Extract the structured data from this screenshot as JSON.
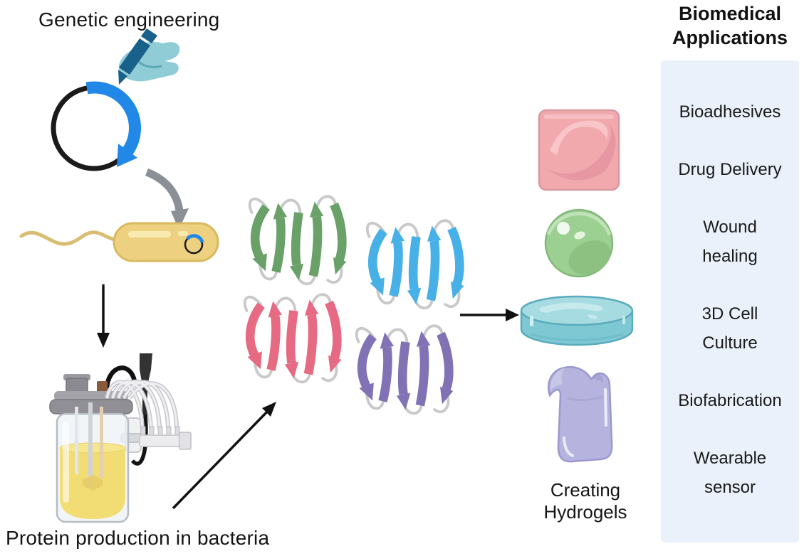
{
  "labels": {
    "genetic_engineering": "Genetic engineering",
    "protein_production": "Protein production in bacteria",
    "creating_hydrogels": "Creating\nHydrogels"
  },
  "sidebar": {
    "title": "Biomedical\nApplications",
    "items": [
      {
        "label": "Bioadhesives"
      },
      {
        "label": "Drug Delivery"
      },
      {
        "label": "Wound\nhealing"
      },
      {
        "label": "3D Cell\nCulture"
      },
      {
        "label": "Biofabrication"
      },
      {
        "label": "Wearable\nsensor"
      }
    ],
    "panel_color": "#eaf1fb"
  },
  "icons": [
    "hand-pen-icon",
    "plasmid-icon",
    "insertion-arrow",
    "bacterium-icon",
    "down-arrow",
    "bioreactor-icon",
    "up-right-arrow",
    "protein-structure-green",
    "protein-structure-blue",
    "protein-structure-pink",
    "protein-structure-purple",
    "right-arrow",
    "hydrogel-square-pink",
    "hydrogel-sphere-green",
    "hydrogel-disc-blue",
    "hydrogel-pouch-purple"
  ],
  "colors": {
    "plasmid_arc_blue": "#2188e8",
    "hand_teal": "#8fccd6",
    "pen_dark_blue": "#19618b",
    "bacterium_fill": "#edd180",
    "bacterium_stroke": "#d8b95e",
    "gray_arrow": "#8a9096",
    "protein_green": "#69a169",
    "protein_blue": "#47b0e6",
    "protein_pink": "#e56a82",
    "protein_purple": "#8172b5",
    "loop_gray": "#c9c9c9",
    "hydrogel_pink": "#f1a9ae",
    "hydrogel_green": "#9ccf92",
    "hydrogel_blue": "#7ec8d4",
    "hydrogel_purple": "#b6b4de",
    "panel_blue": "#eaf1fb",
    "arrow_black": "#111111",
    "liquid_yellow": "#f2dc74"
  }
}
